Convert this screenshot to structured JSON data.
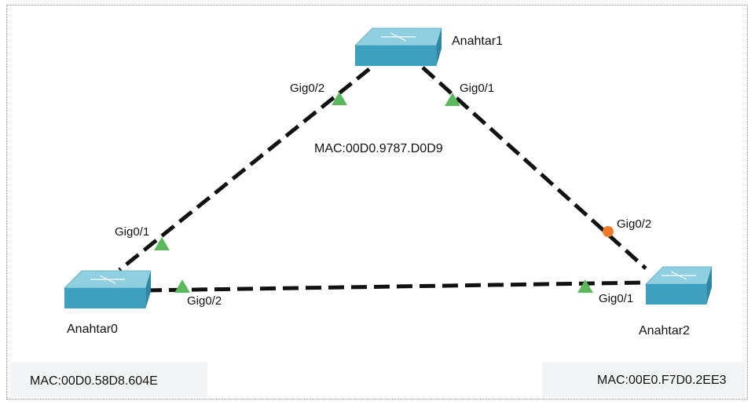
{
  "switches": [
    {
      "id": "s1",
      "name": "Anahtar1",
      "mac": "MAC:00D0.9787.D0D9"
    },
    {
      "id": "s0",
      "name": "Anahtar0",
      "mac": "MAC:00D0.58D8.604E"
    },
    {
      "id": "s2",
      "name": "Anahtar2",
      "mac": "MAC:00E0.F7D0.2EE3"
    }
  ],
  "links": [
    {
      "from": "s1",
      "to": "s0",
      "from_port": "Gig0/2",
      "to_port": "Gig0/1",
      "from_state": "forwarding",
      "to_state": "forwarding"
    },
    {
      "from": "s1",
      "to": "s2",
      "from_port": "Gig0/1",
      "to_port": "Gig0/2",
      "from_state": "forwarding",
      "to_state": "blocking"
    },
    {
      "from": "s0",
      "to": "s2",
      "from_port": "Gig0/2",
      "to_port": "Gig0/1",
      "from_state": "forwarding",
      "to_state": "forwarding"
    }
  ],
  "colors": {
    "switch_top": "#8fcfe0",
    "switch_front": "#3f9fbe",
    "link": "#111111",
    "forwarding": "#5cb85c",
    "blocking": "#f07a2a"
  }
}
